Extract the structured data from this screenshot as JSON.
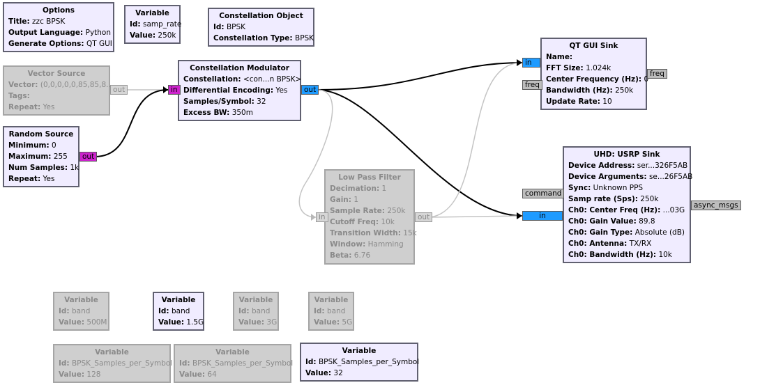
{
  "colors": {
    "block_bg": "#f0ecff",
    "disabled_bg": "#cfcfcf",
    "port_complex": "#1e9bff",
    "port_byte": "#cc22cc",
    "port_message": "#bdbdbd"
  },
  "blocks": {
    "options": {
      "title": "Options",
      "rows": [
        {
          "k": "Title:",
          "v": "zzc BPSK"
        },
        {
          "k": "Output Language:",
          "v": "Python"
        },
        {
          "k": "Generate Options:",
          "v": "QT GUI"
        }
      ]
    },
    "var_samp_rate": {
      "title": "Variable",
      "rows": [
        {
          "k": "Id:",
          "v": "samp_rate"
        },
        {
          "k": "Value:",
          "v": "250k"
        }
      ]
    },
    "constellation_obj": {
      "title": "Constellation Object",
      "rows": [
        {
          "k": "Id:",
          "v": "BPSK"
        },
        {
          "k": "Constellation Type:",
          "v": "BPSK"
        }
      ]
    },
    "vector_source": {
      "title": "Vector Source",
      "rows": [
        {
          "k": "Vector:",
          "v": "(0,0,0,0,0,85,85,8..."
        },
        {
          "k": "Tags:",
          "v": ""
        },
        {
          "k": "Repeat:",
          "v": "Yes"
        }
      ]
    },
    "random_source": {
      "title": "Random Source",
      "rows": [
        {
          "k": "Minimum:",
          "v": "0"
        },
        {
          "k": "Maximum:",
          "v": "255"
        },
        {
          "k": "Num Samples:",
          "v": "1k"
        },
        {
          "k": "Repeat:",
          "v": "Yes"
        }
      ]
    },
    "const_mod": {
      "title": "Constellation Modulator",
      "rows": [
        {
          "k": "Constellation:",
          "v": "<con...n BPSK>"
        },
        {
          "k": "Differential Encoding:",
          "v": "Yes"
        },
        {
          "k": "Samples/Symbol:",
          "v": "32"
        },
        {
          "k": "Excess BW:",
          "v": "350m"
        }
      ]
    },
    "qt_gui_sink": {
      "title": "QT GUI Sink",
      "rows": [
        {
          "k": "Name:",
          "v": ""
        },
        {
          "k": "FFT Size:",
          "v": "1.024k"
        },
        {
          "k": "Center Frequency (Hz):",
          "v": "0"
        },
        {
          "k": "Bandwidth (Hz):",
          "v": "250k"
        },
        {
          "k": "Update Rate:",
          "v": "10"
        }
      ]
    },
    "low_pass": {
      "title": "Low Pass Filter",
      "rows": [
        {
          "k": "Decimation:",
          "v": "1"
        },
        {
          "k": "Gain:",
          "v": "1"
        },
        {
          "k": "Sample Rate:",
          "v": "250k"
        },
        {
          "k": "Cutoff Freq:",
          "v": "10k"
        },
        {
          "k": "Transition Width:",
          "v": "15k"
        },
        {
          "k": "Window:",
          "v": "Hamming"
        },
        {
          "k": "Beta:",
          "v": "6.76"
        }
      ]
    },
    "usrp_sink": {
      "title": "UHD: USRP Sink",
      "rows": [
        {
          "k": "Device Address:",
          "v": "ser...326F5AB"
        },
        {
          "k": "Device Arguments:",
          "v": "se...26F5AB"
        },
        {
          "k": "Sync:",
          "v": "Unknown PPS"
        },
        {
          "k": "Samp rate (Sps):",
          "v": "250k"
        },
        {
          "k": "Ch0: Center Freq (Hz):",
          "v": "...03G"
        },
        {
          "k": "Ch0: Gain Value:",
          "v": "89.8"
        },
        {
          "k": "Ch0: Gain Type:",
          "v": "Absolute (dB)"
        },
        {
          "k": "Ch0: Antenna:",
          "v": "TX/RX"
        },
        {
          "k": "Ch0: Bandwidth (Hz):",
          "v": "10k"
        }
      ]
    },
    "var_band_500m": {
      "title": "Variable",
      "rows": [
        {
          "k": "Id:",
          "v": "band"
        },
        {
          "k": "Value:",
          "v": "500M"
        }
      ]
    },
    "var_band_1_5g": {
      "title": "Variable",
      "rows": [
        {
          "k": "Id:",
          "v": "band"
        },
        {
          "k": "Value:",
          "v": "1.5G"
        }
      ]
    },
    "var_band_3g": {
      "title": "Variable",
      "rows": [
        {
          "k": "Id:",
          "v": "band"
        },
        {
          "k": "Value:",
          "v": "3G"
        }
      ]
    },
    "var_band_5g": {
      "title": "Variable",
      "rows": [
        {
          "k": "Id:",
          "v": "band"
        },
        {
          "k": "Value:",
          "v": "5G"
        }
      ]
    },
    "var_sps_128": {
      "title": "Variable",
      "rows": [
        {
          "k": "Id:",
          "v": "BPSK_Samples_per_Symbol"
        },
        {
          "k": "Value:",
          "v": "128"
        }
      ]
    },
    "var_sps_64": {
      "title": "Variable",
      "rows": [
        {
          "k": "Id:",
          "v": "BPSK_Samples_per_Symbol"
        },
        {
          "k": "Value:",
          "v": "64"
        }
      ]
    },
    "var_sps_32": {
      "title": "Variable",
      "rows": [
        {
          "k": "Id:",
          "v": "BPSK_Samples_per_Symbol"
        },
        {
          "k": "Value:",
          "v": "32"
        }
      ]
    }
  },
  "ports": {
    "vector_out": "out",
    "random_out": "out",
    "mod_in": "in",
    "mod_out": "out",
    "qt_in": "in",
    "qt_freq_in": "freq",
    "qt_freq_out": "freq",
    "lpf_in": "in",
    "lpf_out": "out",
    "usrp_command": "command",
    "usrp_in": "in",
    "usrp_async": "async_msgs"
  }
}
